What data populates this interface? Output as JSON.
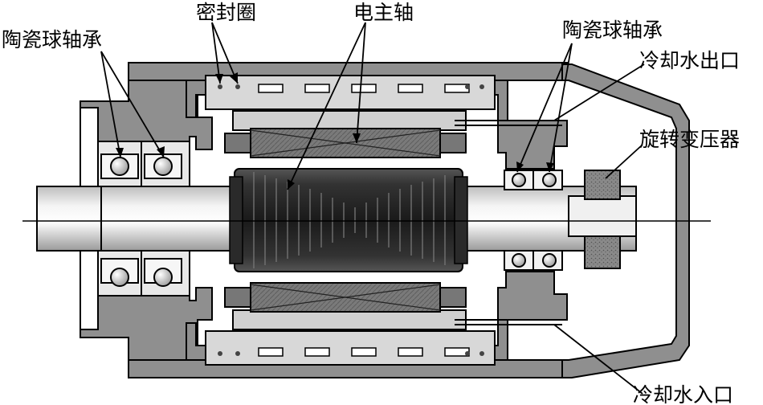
{
  "labels": {
    "left_bearing": "陶瓷球轴承",
    "seal_ring": "密封圈",
    "spindle": "电主轴",
    "right_bearing": "陶瓷球轴承",
    "coolant_out": "冷却水出口",
    "rotary_transformer": "旋转变压器",
    "coolant_in": "冷却水入口"
  }
}
